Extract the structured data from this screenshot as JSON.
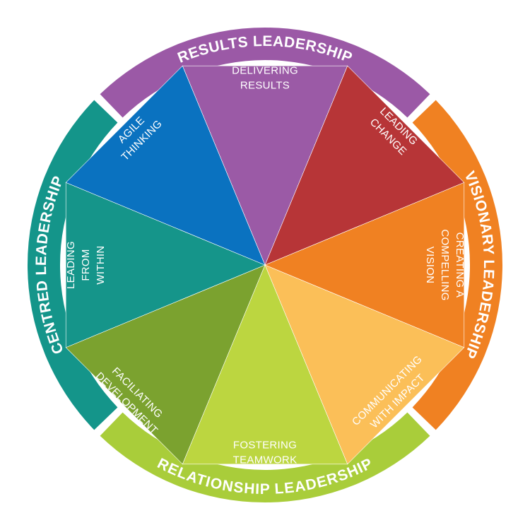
{
  "rings": [
    {
      "id": "results",
      "label": "RESULTS LEADERSHIP",
      "color": "#9b59a6"
    },
    {
      "id": "visionary",
      "label": "VISIONARY LEADERSHIP",
      "color": "#f08122"
    },
    {
      "id": "relationship",
      "label": "RELATIONSHIP LEADERSHIP",
      "color": "#a9cd3a"
    },
    {
      "id": "centred",
      "label": "CENTRED LEADERSHIP",
      "color": "#14958a"
    }
  ],
  "segments": [
    {
      "id": "delivering-results",
      "lines": [
        "DELIVERING",
        "RESULTS"
      ],
      "color": "#9b5aa6"
    },
    {
      "id": "leading-change",
      "lines": [
        "LEADING",
        "CHANGE"
      ],
      "color": "#b73537"
    },
    {
      "id": "creating-vision",
      "lines": [
        "CREATING A",
        "COMPELLING",
        "VISION"
      ],
      "color": "#f08122"
    },
    {
      "id": "communicating-impact",
      "lines": [
        "COMMUNICATING",
        "WITH IMPACT"
      ],
      "color": "#fbbf58"
    },
    {
      "id": "fostering-teamwork",
      "lines": [
        "FOSTERING",
        "TEAMWORK"
      ],
      "color": "#bcd640"
    },
    {
      "id": "facilitating-development",
      "lines": [
        "FACILIATING",
        "DEVELOPMENT"
      ],
      "color": "#7ba22f"
    },
    {
      "id": "leading-within",
      "lines": [
        "LEADING",
        "FROM",
        "WITHIN"
      ],
      "color": "#15958a"
    },
    {
      "id": "agile-thinking",
      "lines": [
        "AGILE",
        "THINKING"
      ],
      "color": "#0a72c0"
    }
  ]
}
